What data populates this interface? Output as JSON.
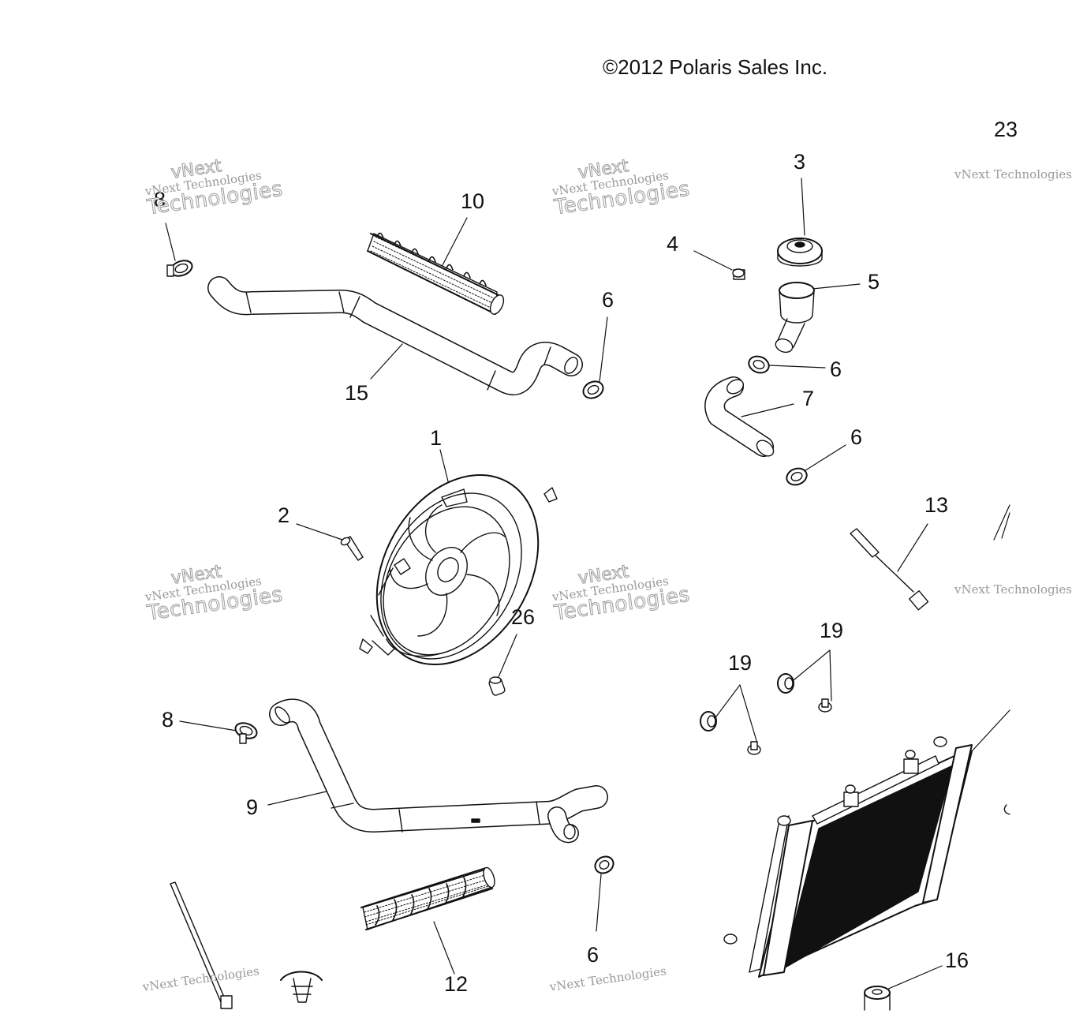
{
  "copyright": "©2012  Polaris Sales Inc.",
  "watermark": {
    "line_top": "vNext",
    "line_mid": "vNext Technologies",
    "line_big": "Technologies"
  },
  "callouts": {
    "c1": "1",
    "c2": "2",
    "c3": "3",
    "c4": "4",
    "c5": "5",
    "c6a": "6",
    "c6b": "6",
    "c6c": "6",
    "c6d": "6",
    "c7": "7",
    "c8a": "8",
    "c8b": "8",
    "c9": "9",
    "c10": "10",
    "c12": "12",
    "c13": "13",
    "c15": "15",
    "c16": "16",
    "c19a": "19",
    "c19b": "19",
    "c23": "23",
    "c26": "26"
  },
  "icons": {
    "fan": "radiator-fan-icon",
    "radiator": "radiator-icon",
    "hose": "coolant-hose-icon",
    "sleeve": "hose-sleeve-icon",
    "clamp": "hose-clamp-icon",
    "cap": "radiator-cap-icon"
  }
}
